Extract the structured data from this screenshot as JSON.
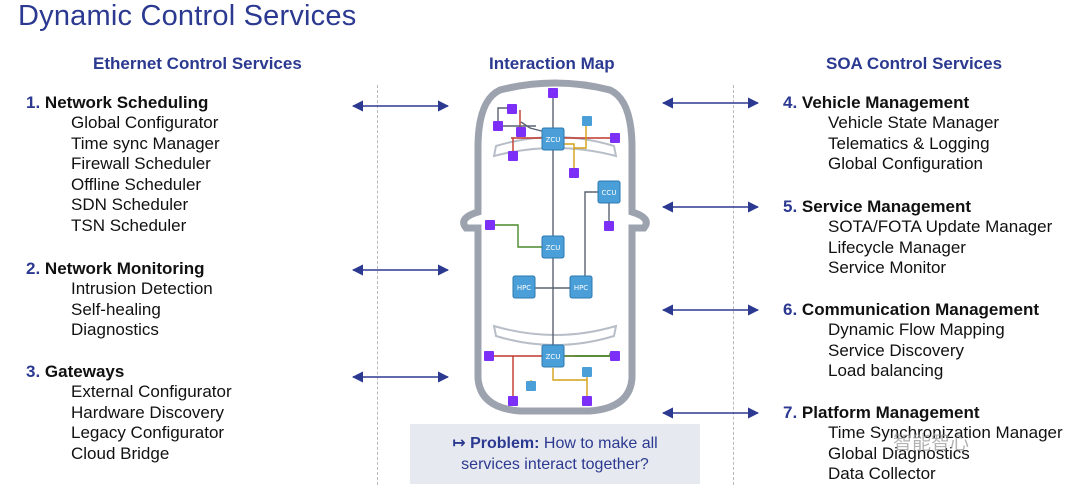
{
  "title": "Dynamic Control Services",
  "columns": {
    "left": "Ethernet Control Services",
    "center": "Interaction Map",
    "right": "SOA Control Services"
  },
  "left_sections": [
    {
      "num": "1.",
      "title": "Network Scheduling",
      "items": [
        "Global Configurator",
        "Time sync Manager",
        "Firewall Scheduler",
        "Offline Scheduler",
        "SDN Scheduler",
        "TSN Scheduler"
      ]
    },
    {
      "num": "2.",
      "title": "Network Monitoring",
      "items": [
        "Intrusion Detection",
        "Self-healing",
        "Diagnostics"
      ]
    },
    {
      "num": "3.",
      "title": "Gateways",
      "items": [
        "External Configurator",
        "Hardware Discovery",
        "Legacy Configurator",
        "Cloud Bridge"
      ]
    }
  ],
  "right_sections": [
    {
      "num": "4.",
      "title": "Vehicle Management",
      "items": [
        "Vehicle State Manager",
        "Telematics & Logging",
        "Global Configuration"
      ]
    },
    {
      "num": "5.",
      "title": "Service Management",
      "items": [
        "SOTA/FOTA Update Manager",
        "Lifecycle Manager",
        "Service Monitor"
      ]
    },
    {
      "num": "6.",
      "title": "Communication Management",
      "items": [
        "Dynamic Flow Mapping",
        "Service Discovery",
        "Load balancing"
      ]
    },
    {
      "num": "7.",
      "title": "Platform Management",
      "items": [
        "Time Synchronization Manager",
        "Global Diagnostics",
        "Data Collector"
      ]
    }
  ],
  "map_labels": {
    "zcu_front": "ZCU",
    "ccu": "CCU",
    "zcu_mid": "ZCU",
    "hpc_left": "HPC",
    "hpc_right": "HPC",
    "zcu_rear": "ZCU"
  },
  "problem": {
    "arrow": "↦",
    "label": "Problem:",
    "text1": "How to make all",
    "text2": "services interact together?"
  },
  "watermark": "智能智心",
  "colors": {
    "accent": "#2b3990",
    "node_blue": "#4a9fd8",
    "node_purple": "#7b2ff7",
    "line_red": "#c0392b",
    "line_green": "#4a8a2a",
    "line_yellow": "#d4a017"
  }
}
